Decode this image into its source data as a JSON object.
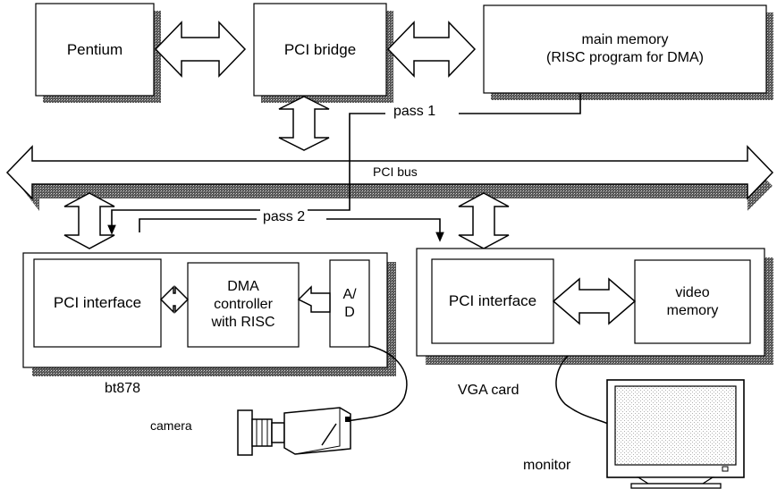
{
  "diagram": {
    "blocks": {
      "pentium": "Pentium",
      "pci_bridge": "PCI bridge",
      "main_memory_line1": "main memory",
      "main_memory_line2": "(RISC program for DMA)",
      "pci_interface_bt": "PCI interface",
      "dma_line1": "DMA",
      "dma_line2": "controller",
      "dma_line3": "with RISC",
      "ad_line1": "A/",
      "ad_line2": "D",
      "pci_interface_vga": "PCI interface",
      "video_memory_line1": "video",
      "video_memory_line2": "memory"
    },
    "labels": {
      "pci_bus": "PCI bus",
      "pass1": "pass 1",
      "pass2": "pass 2",
      "bt878": "bt878",
      "vga_card": "VGA card",
      "camera": "camera",
      "monitor": "monitor"
    }
  }
}
